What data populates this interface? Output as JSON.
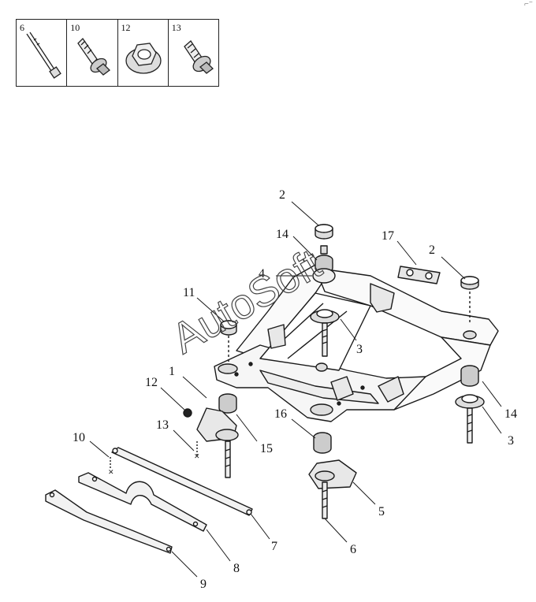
{
  "legend": [
    {
      "num": "6",
      "icon": "long-bolt-icon"
    },
    {
      "num": "10",
      "icon": "short-bolt-icon"
    },
    {
      "num": "12",
      "icon": "flange-nut-icon"
    },
    {
      "num": "13",
      "icon": "flange-bolt-icon"
    }
  ],
  "callouts": [
    "2",
    "14",
    "17",
    "2",
    "4",
    "11",
    "3",
    "12",
    "1",
    "13",
    "16",
    "14",
    "15",
    "3",
    "10",
    "5",
    "7",
    "6",
    "8",
    "9"
  ],
  "watermark": "AutoSoft",
  "corner_mark": "⌐⁻"
}
